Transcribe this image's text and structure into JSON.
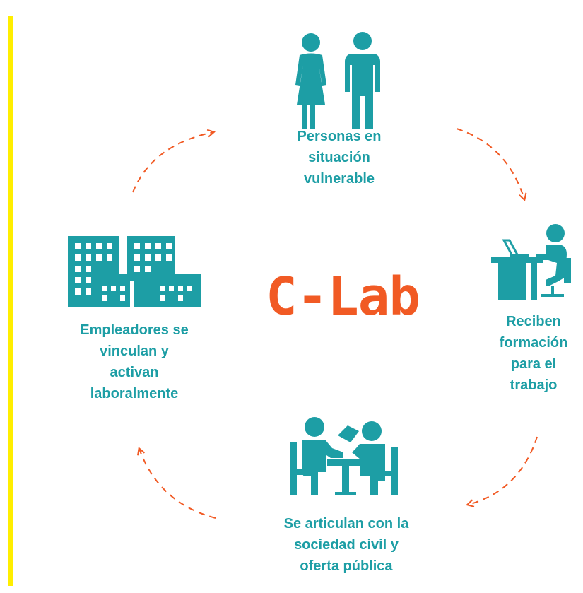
{
  "title": "C-Lab",
  "steps": [
    {
      "id": "personas",
      "icon": "people-icon",
      "lines": [
        "Personas en",
        "situación",
        "vulnerable"
      ]
    },
    {
      "id": "formacion",
      "icon": "desk-worker-icon",
      "lines": [
        "Reciben",
        "formación",
        "para el",
        "trabajo"
      ]
    },
    {
      "id": "articulan",
      "icon": "meeting-icon",
      "lines": [
        "Se articulan con la",
        "sociedad civil y",
        "oferta pública"
      ]
    },
    {
      "id": "empleadores",
      "icon": "buildings-icon",
      "lines": [
        "Empleadores se",
        "vinculan y",
        "activan",
        "laboralmente"
      ]
    }
  ],
  "colors": {
    "primary": "#1d9ea5",
    "accent": "#f15a24",
    "bar": "#ffee00"
  }
}
